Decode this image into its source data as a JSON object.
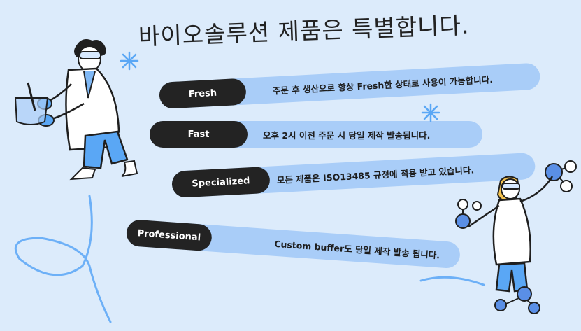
{
  "title": "바이오솔루션 제품은 특별합니다.",
  "features": [
    {
      "label": "Fresh",
      "description": "주문 후 생산으로 항상 Fresh한 상태로 사용이 가능합니다."
    },
    {
      "label": "Fast",
      "description": "오후 2시 이전 주문 시 당일 제작 발송됩니다."
    },
    {
      "label": "Specialized",
      "description": "모든 제품은 ISO13485 규정에 적용 받고 있습니다."
    },
    {
      "label": "Professional",
      "description": "Custom buffer도 당일 제작 발송 됩니다."
    }
  ],
  "colors": {
    "background": "#dcebfb",
    "bar": "#a9cdf8",
    "pill": "#232323",
    "accent": "#5aa7f5"
  },
  "icons": [
    "scientist-left-illustration",
    "scientist-right-illustration",
    "sparkle-icon",
    "molecule-icon",
    "swirl-decoration"
  ]
}
